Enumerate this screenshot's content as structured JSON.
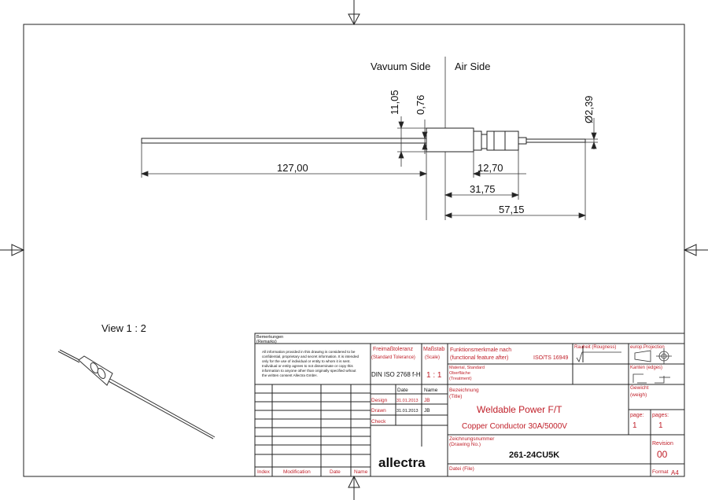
{
  "drawing": {
    "vacuum_side": "Vavuum Side",
    "air_side": "Air Side",
    "view_label": "View 1 : 2",
    "dims": {
      "d_11_05": "11,05",
      "d_0_76": "0,76",
      "d_2_39": "Ø2,39",
      "d_127": "127,00",
      "d_12_70": "12,70",
      "d_31_75": "31,75",
      "d_57_15": "57,15"
    }
  },
  "title_block": {
    "remarks_de": "Bemerkungen",
    "remarks_en": "(Remarks)",
    "confidential_lines": [
      "All information provided in this drawing is considered to be",
      "confidential, proprietary and secret information. It is intended",
      "only for the use of individual or entity to whom it is sent.",
      "Individual or entity agrees to not disseminate or copy this",
      "information to anyone other than originally specified wihout",
      "the written consent Allectra GmbH."
    ],
    "tolerance_de": "Freimaßtoleranz",
    "tolerance_en": "(Standard Tolerance)",
    "tolerance_value": "DIN ISO 2768 f-H",
    "scale_de": "Maßstab",
    "scale_en": "(Scale)",
    "scale_value": "1 : 1",
    "function_de": "Funktionsmerkmale nach",
    "function_en": "(functional feature after)",
    "function_std": "ISO/TS 16949",
    "roughness": "Rauheit (Rougness)",
    "projection": "europ.Projection",
    "material_1": "Material, Standard",
    "material_2": "Oberfläche",
    "material_3": "(Treatment)",
    "edges": "Kanten (edges)",
    "date_header": "Date",
    "name_header": "Name",
    "design_label": "Design",
    "design_date": "31.01.2013",
    "design_name": "JB",
    "drawn_label": "Drawn",
    "drawn_date": "31.01.2013",
    "drawn_name": "JB",
    "check_label": "Check",
    "designation_de": "Bezeichnung",
    "designation_en": "(Title)",
    "title_line1": "Weldable Power F/T",
    "title_line2": "Copper Conductor 30A/5000V",
    "weight_de": "Gewicht",
    "weight_en": "(weigh)",
    "page_label": "page:",
    "page_value": "1",
    "pages_label": "pages:",
    "pages_value": "1",
    "drawing_no_de": "Zeichnungsnummer",
    "drawing_no_en": "(Drawing No.)",
    "drawing_no": "261-24CU5K",
    "revision_label": "Revision",
    "revision_value": "00",
    "logo": "allectra",
    "file_label": "Datei (File)",
    "format_label": "Format",
    "format_value": "A4",
    "rev_cols": [
      "Index",
      "Modification",
      "Date",
      "Name"
    ]
  }
}
